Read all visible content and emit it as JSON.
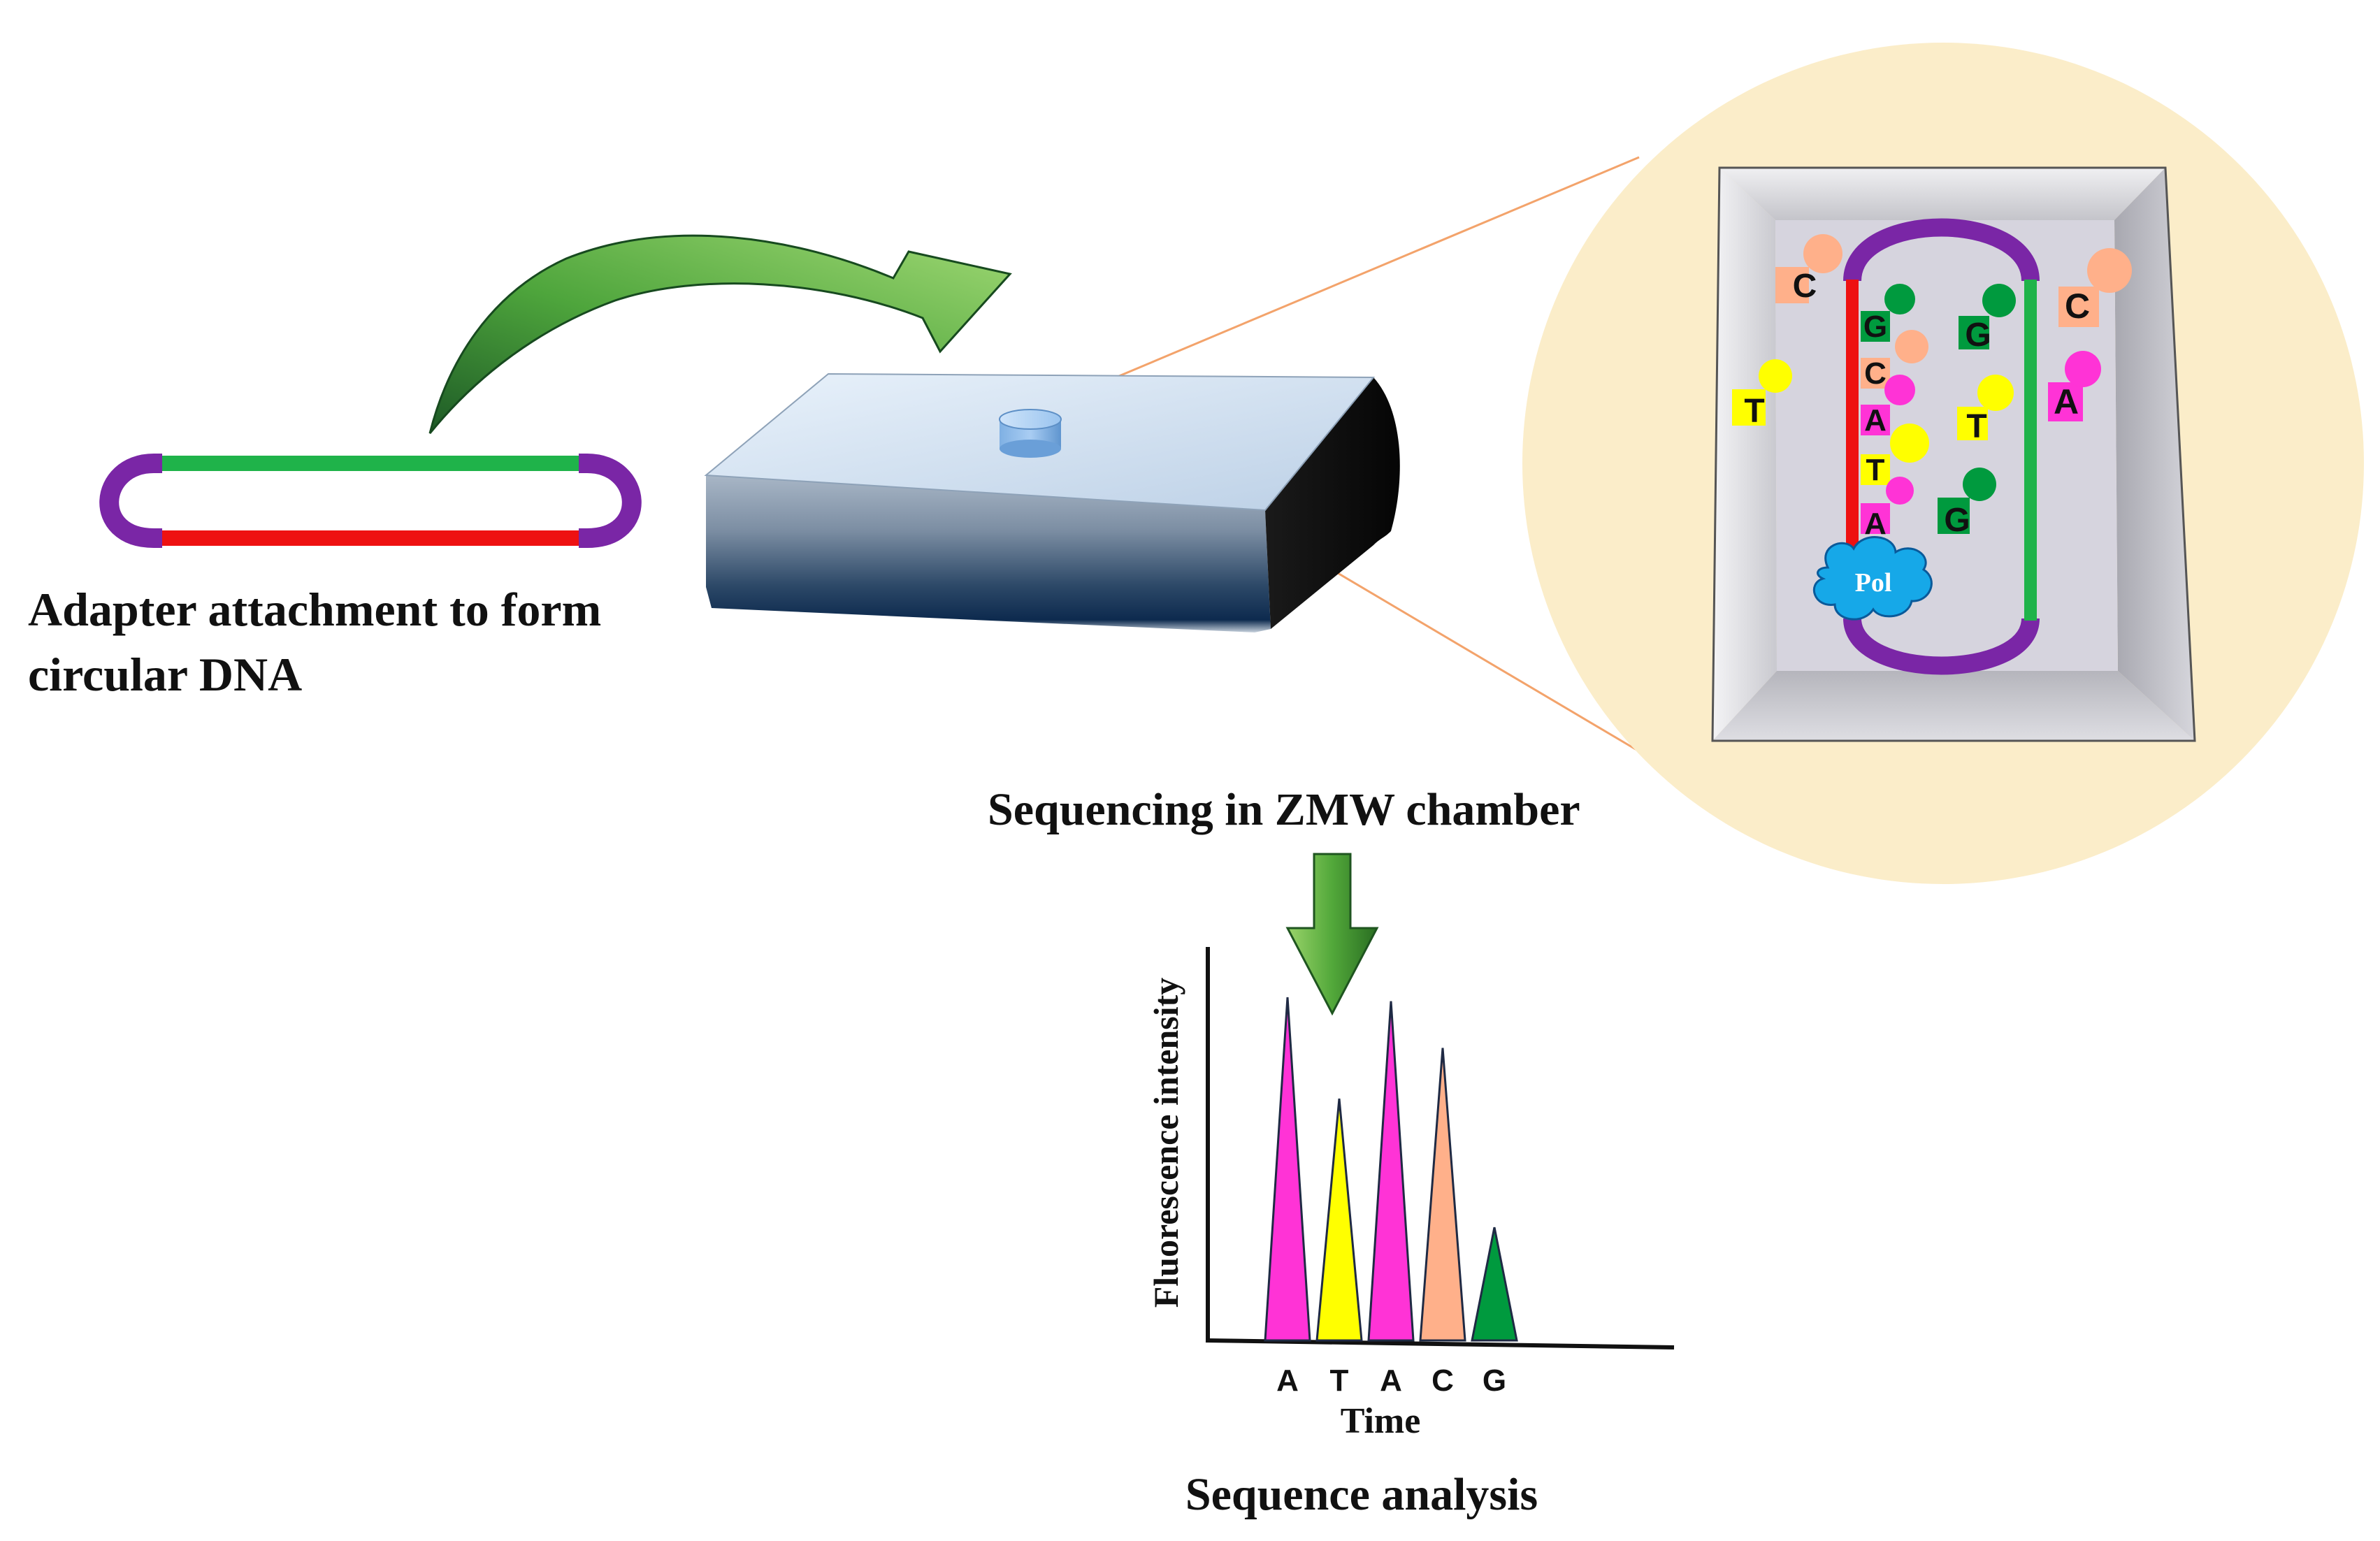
{
  "captions": {
    "adapter_line1": "Adapter attachment to form",
    "adapter_line2": "circular DNA",
    "zmw": "Sequencing in ZMW chamber",
    "analysis": "Sequence analysis"
  },
  "chamber": {
    "polymerase": "Pol",
    "template_bases": [
      "G",
      "C",
      "A",
      "T",
      "A"
    ],
    "free_nucleotides": [
      "C",
      "T",
      "G",
      "T",
      "G",
      "C",
      "A"
    ]
  },
  "chart_data": {
    "type": "area",
    "ylabel": "Fluorescence intensity",
    "xlabel": "Time",
    "categories": [
      "A",
      "T",
      "A",
      "C",
      "G"
    ],
    "values": [
      0.88,
      0.62,
      0.87,
      0.75,
      0.29
    ],
    "ylim": [
      0,
      1
    ],
    "colors": [
      "#ff33d6",
      "#ffff00",
      "#ff33d6",
      "#ffb08a",
      "#009a3e"
    ]
  },
  "colors": {
    "adapter": "#7a26a6",
    "strand_top": "#1fb34a",
    "strand_bottom": "#ee1111",
    "zoom_circle": "#fbedc9",
    "arrow_green": "#3f9a32",
    "dye_A": "#ff33d6",
    "dye_T": "#ffff00",
    "dye_C": "#ffb08a",
    "dye_G": "#009a3e",
    "polymerase": "#16a8e8"
  }
}
